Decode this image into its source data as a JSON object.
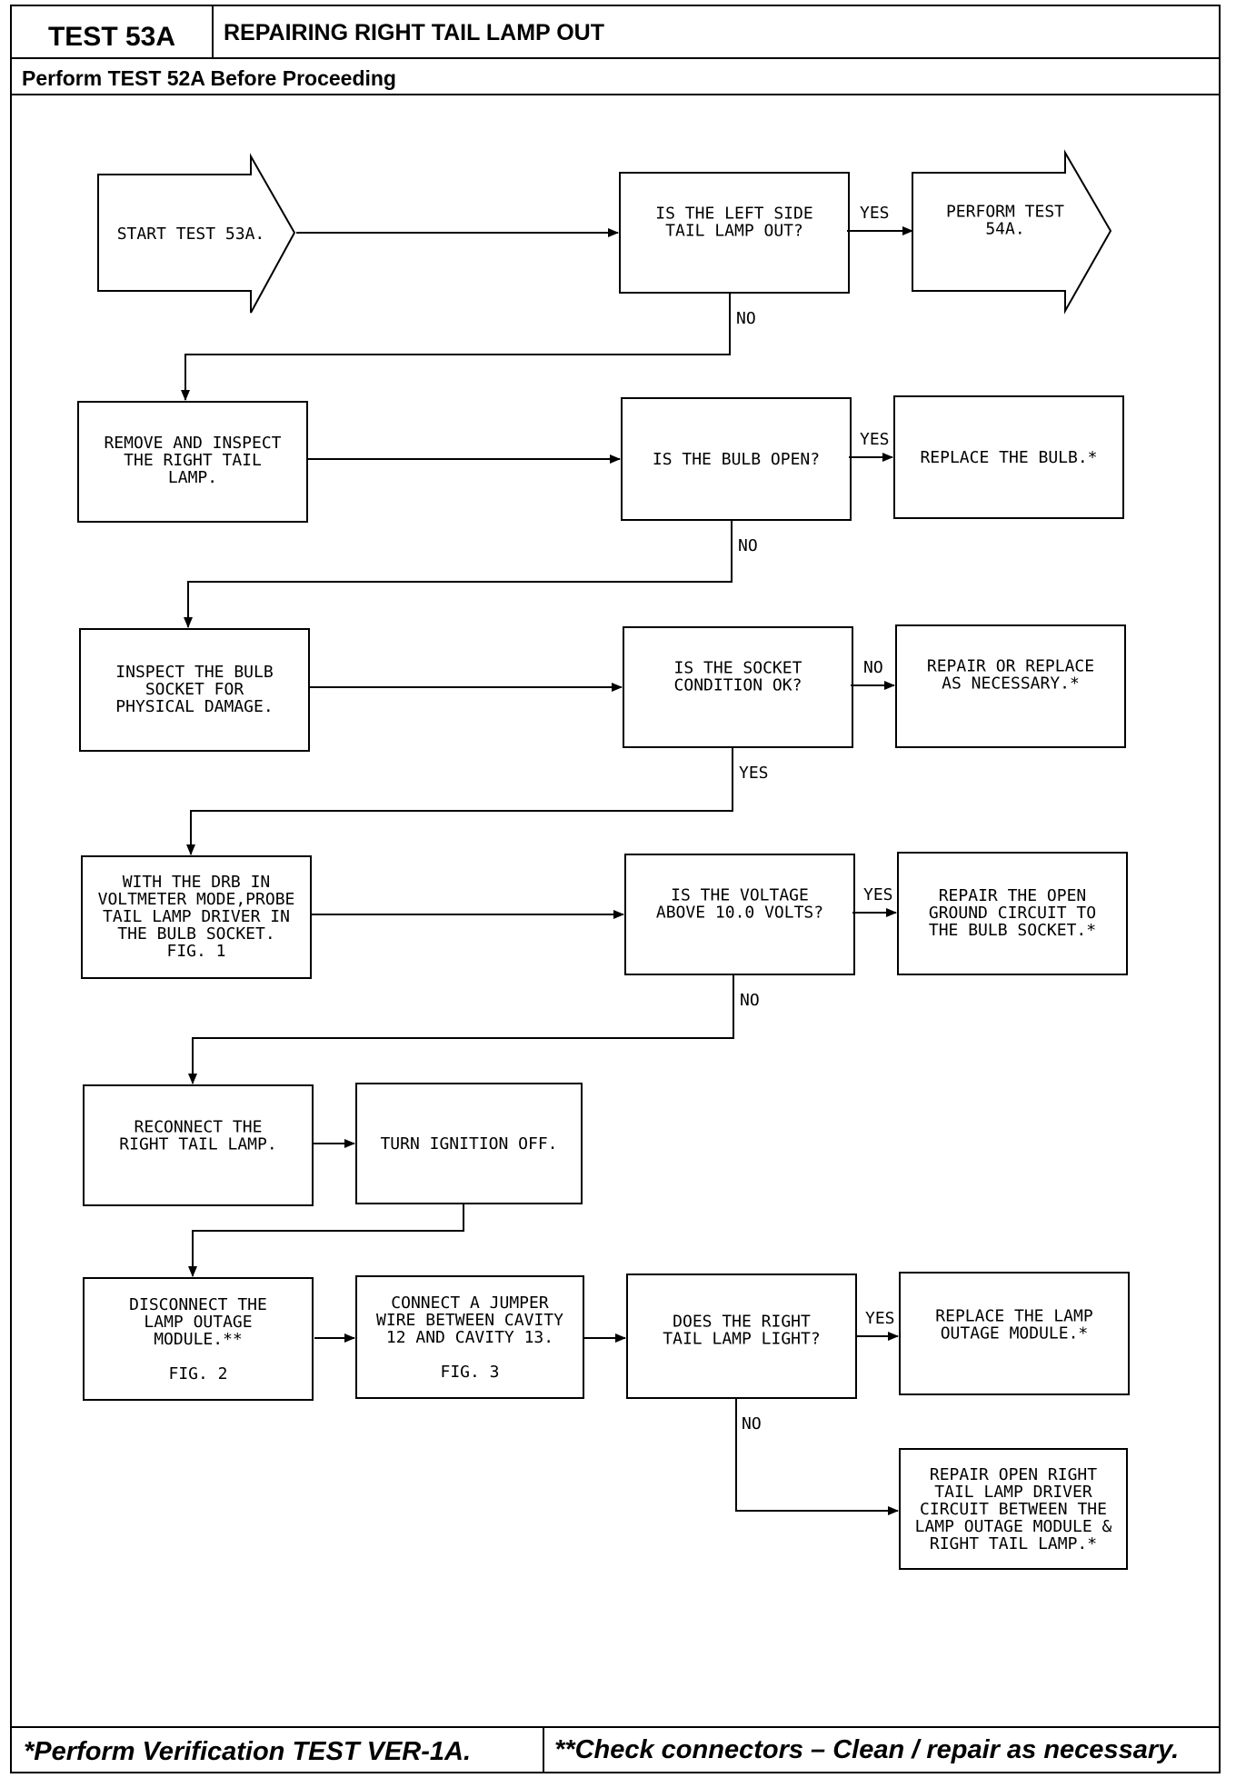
{
  "header": {
    "test_id": "TEST 53A",
    "title": "REPAIRING RIGHT TAIL LAMP OUT",
    "prerequisite": "Perform TEST 52A Before Proceeding"
  },
  "flow": {
    "start": [
      "START TEST 53A."
    ],
    "q_left_out": [
      "IS THE LEFT SIDE",
      "TAIL LAMP OUT?"
    ],
    "perform_54a": [
      "PERFORM TEST",
      "54A."
    ],
    "remove_inspect": [
      "REMOVE AND INSPECT",
      "THE RIGHT TAIL",
      "LAMP."
    ],
    "q_bulb_open": [
      "IS THE BULB OPEN?"
    ],
    "replace_bulb": [
      "REPLACE THE BULB.*"
    ],
    "inspect_socket": [
      "INSPECT THE BULB",
      "SOCKET FOR",
      "PHYSICAL DAMAGE."
    ],
    "q_socket_ok": [
      "IS THE SOCKET",
      "CONDITION OK?"
    ],
    "repair_replace": [
      "REPAIR OR REPLACE",
      "AS NECESSARY.*"
    ],
    "probe_driver": [
      "WITH THE DRB IN",
      "VOLTMETER MODE,PROBE",
      "TAIL LAMP DRIVER IN",
      "THE BULB SOCKET.",
      "FIG. 1"
    ],
    "q_voltage": [
      "IS THE VOLTAGE",
      "ABOVE 10.0 VOLTS?"
    ],
    "repair_ground": [
      "REPAIR THE OPEN",
      "GROUND CIRCUIT TO",
      "THE BULB SOCKET.*"
    ],
    "reconnect": [
      "RECONNECT THE",
      "RIGHT TAIL LAMP."
    ],
    "ignition_off": [
      "TURN IGNITION OFF."
    ],
    "disconnect_module": [
      "DISCONNECT THE",
      "LAMP OUTAGE",
      "MODULE.**",
      "",
      "FIG. 2"
    ],
    "jumper": [
      "CONNECT A JUMPER",
      "WIRE BETWEEN CAVITY",
      "12 AND CAVITY 13.",
      "",
      "FIG. 3"
    ],
    "q_lamp_light": [
      "DOES THE RIGHT",
      "TAIL LAMP LIGHT?"
    ],
    "replace_module": [
      "REPLACE THE LAMP",
      "OUTAGE MODULE.*"
    ],
    "repair_driver": [
      "REPAIR OPEN RIGHT",
      "TAIL LAMP DRIVER",
      "CIRCUIT BETWEEN THE",
      "LAMP OUTAGE MODULE &",
      "RIGHT TAIL LAMP.*"
    ]
  },
  "labels": {
    "yes": "YES",
    "no": "NO"
  },
  "footer": {
    "left": "*Perform Verification TEST VER-1A.",
    "right": "**Check connectors – Clean / repair as necessary."
  }
}
